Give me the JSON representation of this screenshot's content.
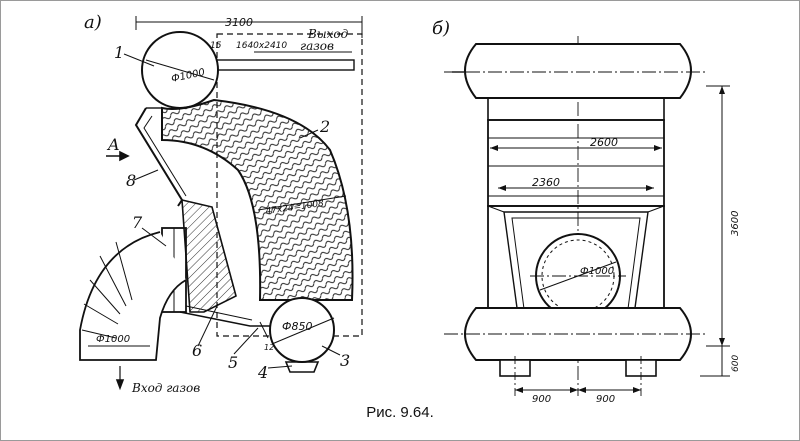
{
  "view_a": {
    "letter": "а)",
    "width_dim": "3100",
    "top_dim": "1640x2410",
    "label_15": "15",
    "exit_line1": "Выход",
    "exit_line2": "газов",
    "arrow_a": "A",
    "dia_top": "Ф1000",
    "dia_bottom": "Ф850",
    "dia_inlet": "Ф1000",
    "tube_dim": "47x24=1008",
    "small_dim": "12",
    "inlet": "Вход газов",
    "parts": [
      "1",
      "2",
      "3",
      "4",
      "5",
      "6",
      "7",
      "8"
    ]
  },
  "view_b": {
    "letter": "б)",
    "dim_2600": "2600",
    "dim_2360": "2360",
    "dim_3600": "3600",
    "dim_600": "600",
    "dim_900_left": "900",
    "dim_900_right": "900",
    "dia": "Ф1000"
  },
  "caption": "Рис. 9.64."
}
